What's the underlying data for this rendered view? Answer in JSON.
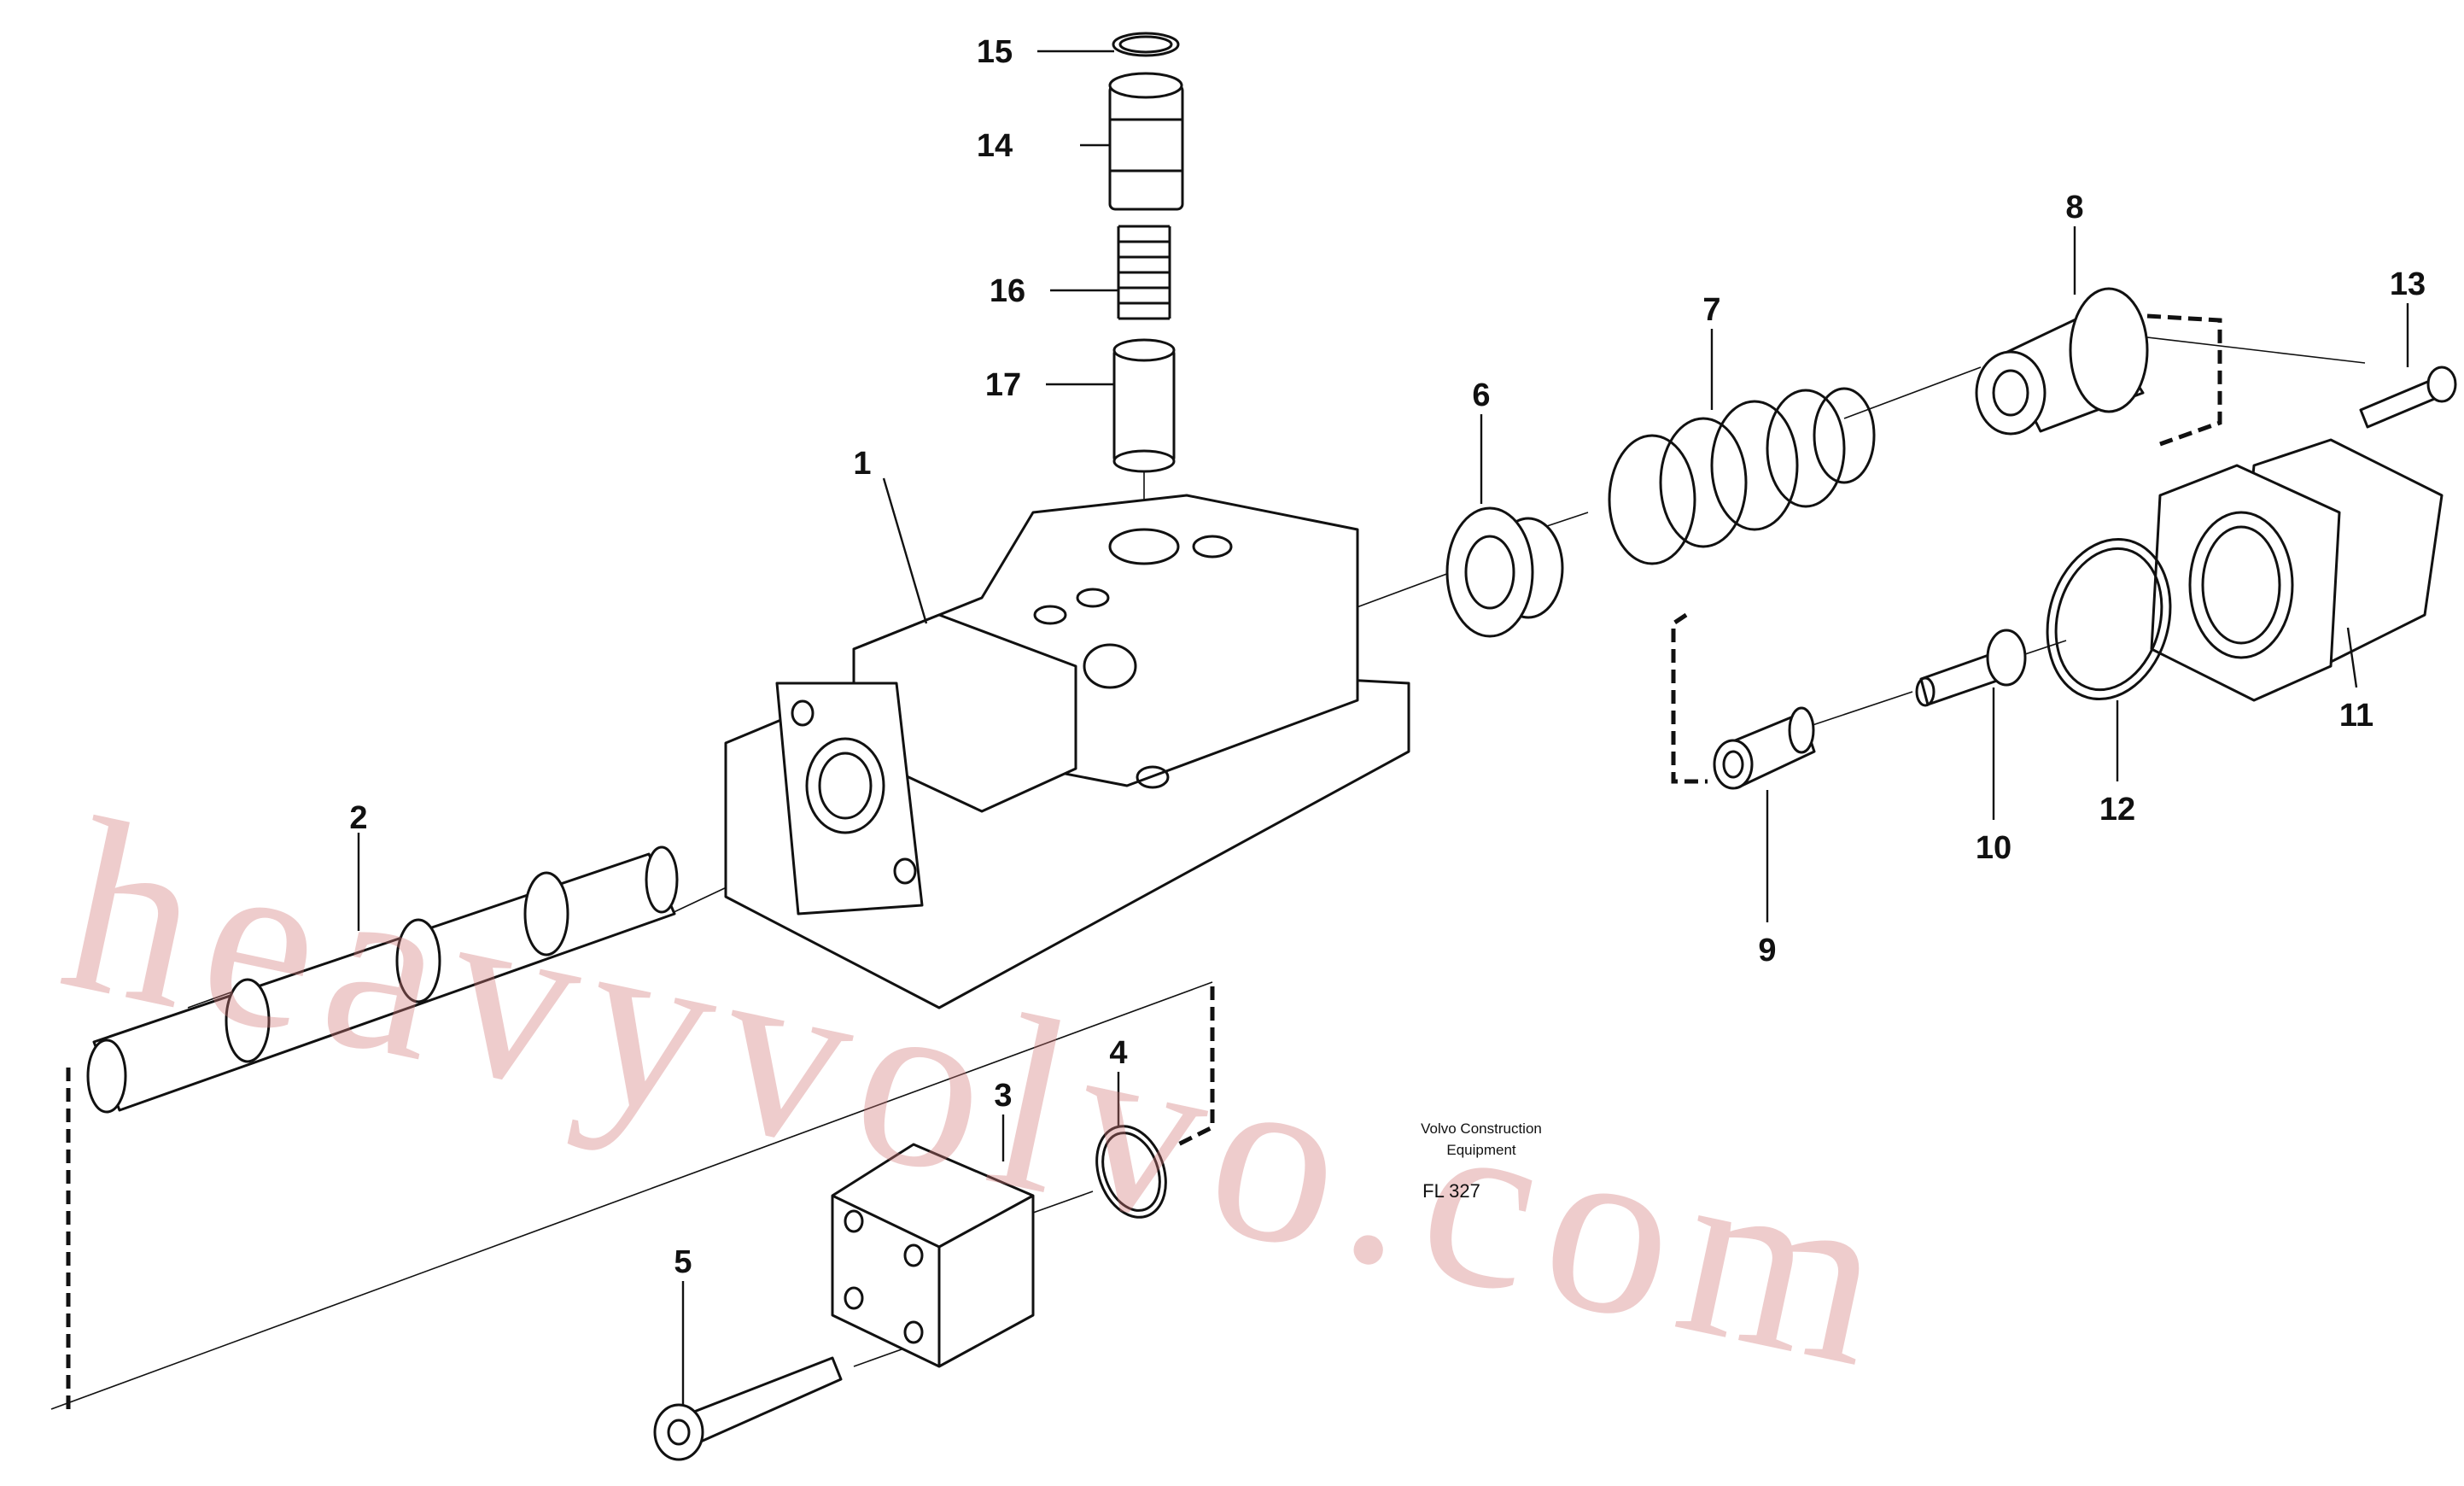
{
  "drawing": {
    "caption_line1": "Volvo Construction",
    "caption_line2": "Equipment",
    "code": "FL 327"
  },
  "watermark": "heavyvolvo.com",
  "callouts": [
    "1",
    "2",
    "3",
    "4",
    "5",
    "6",
    "7",
    "8",
    "9",
    "10",
    "11",
    "12",
    "13",
    "14",
    "15",
    "16",
    "17"
  ],
  "colors": {
    "ink": "#111111",
    "watermark": "#d27878",
    "background": "#ffffff"
  }
}
